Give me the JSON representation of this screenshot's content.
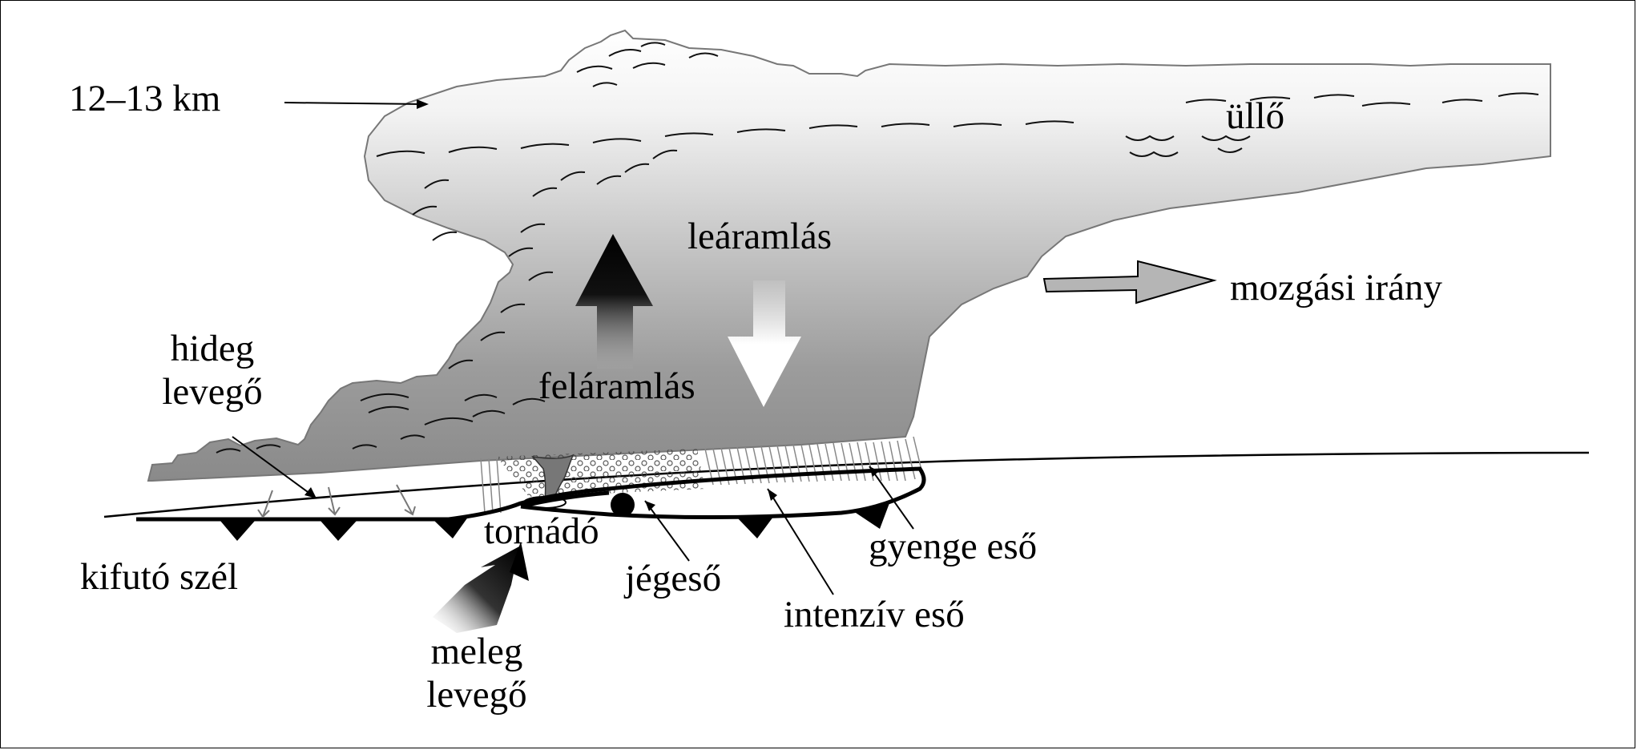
{
  "labels": {
    "height": "12–13 km",
    "anvil": "üllő",
    "downdraft": "leáramlás",
    "movement": "mozgási irány",
    "cold_air_1": "hideg",
    "cold_air_2": "levegő",
    "updraft": "feláramlás",
    "gust_front": "kifutó szél",
    "tornado": "tornádó",
    "hail": "jégeső",
    "light_rain": "gyenge eső",
    "heavy_rain": "intenzív eső",
    "warm_air_1": "meleg",
    "warm_air_2": "levegő"
  },
  "colors": {
    "cloud_light": "#f4f4f4",
    "cloud_dark": "#8a8a8a",
    "outline": "#000000",
    "arrow_fill": "#b5b5b5"
  }
}
